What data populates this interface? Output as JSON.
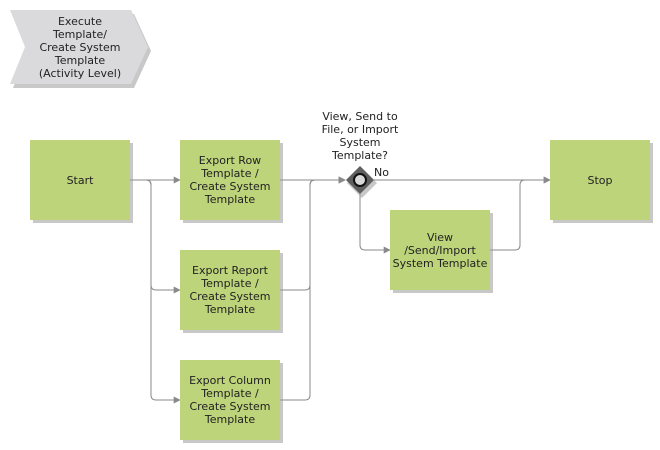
{
  "colors": {
    "activity_fill": "#bdd47a",
    "activity_shadow": "#9a9a9a",
    "header_fill": "#dadadc",
    "connector": "#8a8a8a",
    "gateway_fill": "#5f5f5f"
  },
  "header": {
    "label": "Execute\nTemplate/\nCreate System\nTemplate\n(Activity Level)"
  },
  "nodes": {
    "start": "Start",
    "export_row": "Export Row\nTemplate /\nCreate System\nTemplate",
    "export_report": "Export Report\nTemplate /\nCreate System\nTemplate",
    "export_column": "Export Column\nTemplate /\nCreate System\nTemplate",
    "view_send_import": "View\n/Send/Import\nSystem Template",
    "stop": "Stop"
  },
  "gateway": {
    "question": "View, Send to\nFile, or Import\nSystem\nTemplate?",
    "no_label": "No"
  }
}
